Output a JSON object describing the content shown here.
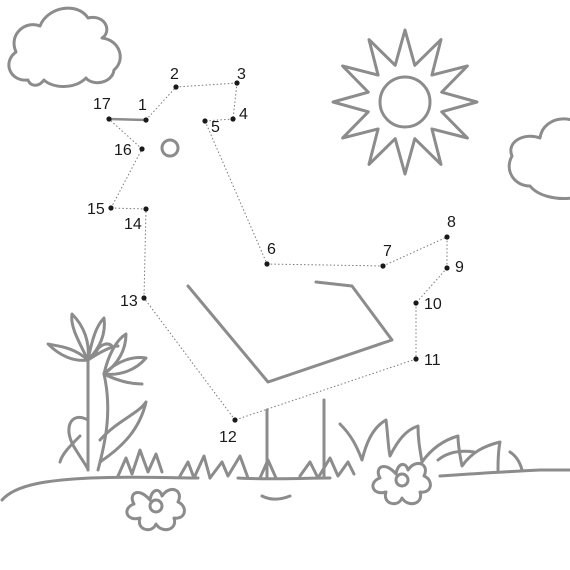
{
  "dots": [
    {
      "label": "1"
    },
    {
      "label": "2"
    },
    {
      "label": "3"
    },
    {
      "label": "4"
    },
    {
      "label": "5"
    },
    {
      "label": "6"
    },
    {
      "label": "7"
    },
    {
      "label": "8"
    },
    {
      "label": "9"
    },
    {
      "label": "10"
    },
    {
      "label": "11"
    },
    {
      "label": "12"
    },
    {
      "label": "13"
    },
    {
      "label": "14"
    },
    {
      "label": "15"
    },
    {
      "label": "16"
    },
    {
      "label": "17"
    }
  ],
  "colors": {
    "artwork": "#8c8c8c",
    "dots": "#1a1a1a",
    "background": "#ffffff"
  }
}
